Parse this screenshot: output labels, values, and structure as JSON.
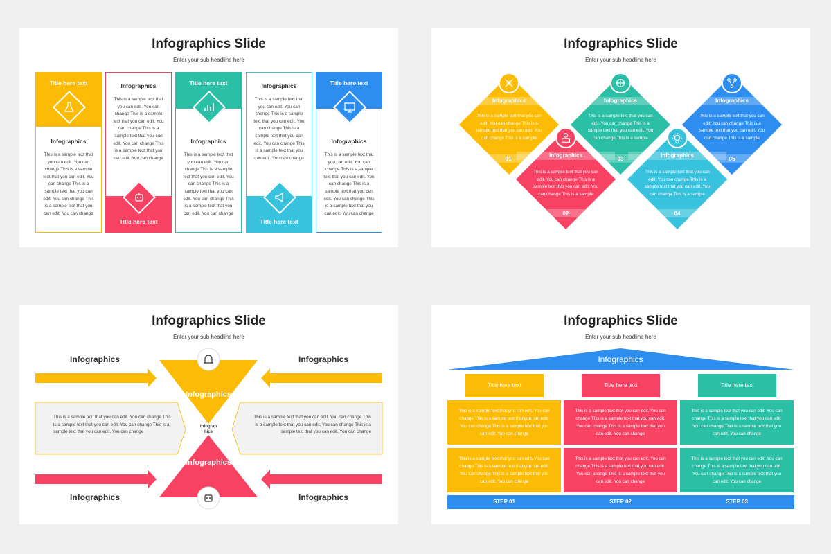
{
  "colors": {
    "yellow": "#fcbc05",
    "red": "#f74264",
    "teal": "#2bbfa6",
    "cyan": "#39c2dd",
    "blue": "#2e8ef0"
  },
  "slide_title": "Infographics Slide",
  "slide_subtitle": "Enter your sub headline here",
  "slide1": {
    "columns": [
      {
        "band": "Title here text",
        "heading": "Infographics",
        "text": "This is a sample text that you can edit. You can change This is a sample text that you can edit. You can change This is a sample text that you can edit. You can change This is a sample text that you can edit. You can change",
        "icon": "lab-icon"
      },
      {
        "band": "Title here text",
        "heading": "Infographics",
        "text": "This is a sample text that you can edit. You can change This is a sample text that you can edit. You can change This is a sample text that you can edit. You can change This is a sample text that you can edit. You can change",
        "icon": "robot-icon"
      },
      {
        "band": "Title here text",
        "heading": "Infographics",
        "text": "This is a sample text that you can edit. You can change This is a sample text that you can edit. You can change This is a sample text that you can edit. You can change This is a sample text that you can edit. You can change",
        "icon": "chart-icon"
      },
      {
        "band": "Title here text",
        "heading": "Infographics",
        "text": "This is a sample text that you can edit. You can change This is a sample text that you can edit. You can change This is a sample text that you can edit. You can change This is a sample text that you can edit. You can change",
        "icon": "megaphone-icon"
      },
      {
        "band": "Title here text",
        "heading": "Infographics",
        "text": "This is a sample text that you can edit. You can change This is a sample text that you can edit. You can change This is a sample text that you can edit. You can change This is a sample text that you can edit. You can change",
        "icon": "monitor-icon"
      }
    ]
  },
  "slide2": {
    "items": [
      {
        "label": "Infographics",
        "number": "01",
        "text": "This is a sample text that you can edit. You can change This is a sample text that you can edit. You can change This is a sample"
      },
      {
        "label": "Infographics",
        "number": "02",
        "text": "This is a sample text that you can edit. You can change This is a sample text that you can edit. You can change This is a sample"
      },
      {
        "label": "Infographics",
        "number": "03",
        "text": "This is a sample text that you can edit. You can change This is a sample text that you can edit. You can change This is a sample"
      },
      {
        "label": "Infographics",
        "number": "04",
        "text": "This is a sample text that you can edit. You can change This is a sample text that you can edit. You can change This is a sample"
      },
      {
        "label": "Infographics",
        "number": "05",
        "text": "This is a sample text that you can edit. You can change This is a sample text that you can edit. You can change This is a sample"
      }
    ]
  },
  "slide3": {
    "label_tl": "Infographics",
    "label_tr": "Infographics",
    "label_bl": "Infographics",
    "label_br": "Infographics",
    "top_triangle": "Infographics",
    "bottom_triangle": "Infographics",
    "center_line1": "Infograp",
    "center_line2": "hics",
    "left_text": "This is a sample text that you can edit. You can change This is a sample text that you can edit. You can change This is a sample text that you can edit. You can change",
    "right_text": "This is a sample text that you can edit. You can change This is a sample text that you can edit. You can change This is a sample text that you can edit. You can change"
  },
  "slide4": {
    "roof": "Infographics",
    "titles": [
      "Title here text",
      "Title here text",
      "Title here text"
    ],
    "cell_text": "This is a sample text that you can edit. You can change This is a sample text that you can edit. You can change This is a sample text that you can edit. You can change",
    "steps": [
      "STEP 01",
      "STEP 02",
      "STEP 03"
    ]
  }
}
